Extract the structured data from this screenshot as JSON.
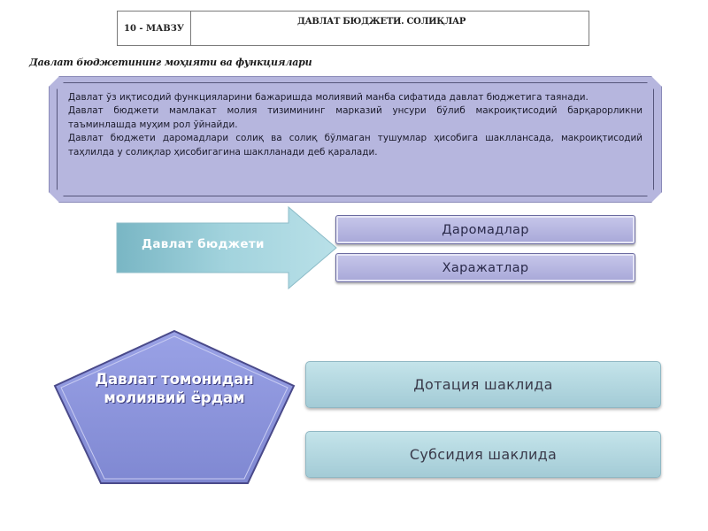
{
  "header": {
    "lesson_label": "10 - МАВЗУ",
    "lesson_title": "ДАВЛАТ БЮДЖЕТИ. СОЛИҚЛАР"
  },
  "subtitle": "Давлат бюджетининг моҳияти ва функциялари",
  "info_box": {
    "paragraphs": [
      "Давлат ўз иқтисодий функцияларини бажаришда молиявий манба сифатида давлат бюджетига таянади.",
      "Давлат бюджети мамлакат молия тизимининг марказий унсури бўлиб макроиқтисодий барқарорликни таъминлашда муҳим рол ўйнайди.",
      "Давлат бюджети даромадлари солиқ ва солиқ бўлмаган тушумлар ҳисобига шакллансада, макроиқтисодий таҳлилда у солиқлар ҳисобигагина шаклланади деб қаралади."
    ]
  },
  "budget_diagram": {
    "arrow_label": "Давлат бюджети",
    "items": [
      "Даромадлар",
      "Харажатлар"
    ]
  },
  "aid_diagram": {
    "pentagon_label": "Давлат томонидан молиявий ёрдам",
    "forms": [
      "Дотация шаклида",
      "Субсидия шаклида"
    ]
  },
  "colors": {
    "purple_fill": "#b6b6de",
    "arrow_fill": "#8ec7d4",
    "pentagon_fill": "#8e96de",
    "blue_pill_fill": "#b4d8e0"
  }
}
